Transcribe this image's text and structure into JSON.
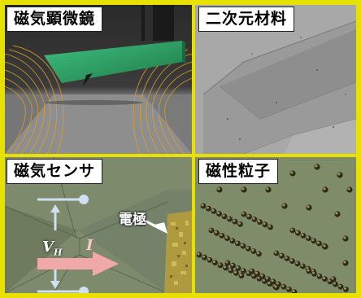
{
  "panels": [
    {
      "label": "磁気顕微鏡"
    },
    {
      "label": "二次元材料"
    },
    {
      "label": "磁気センサ",
      "electrode_label": "電極",
      "voltage_symbol": "V",
      "voltage_subscript": "H",
      "current_symbol": "I"
    },
    {
      "label": "磁性粒子"
    }
  ],
  "colors": {
    "frame": "#e8e000",
    "border": "#1e9a3a"
  }
}
